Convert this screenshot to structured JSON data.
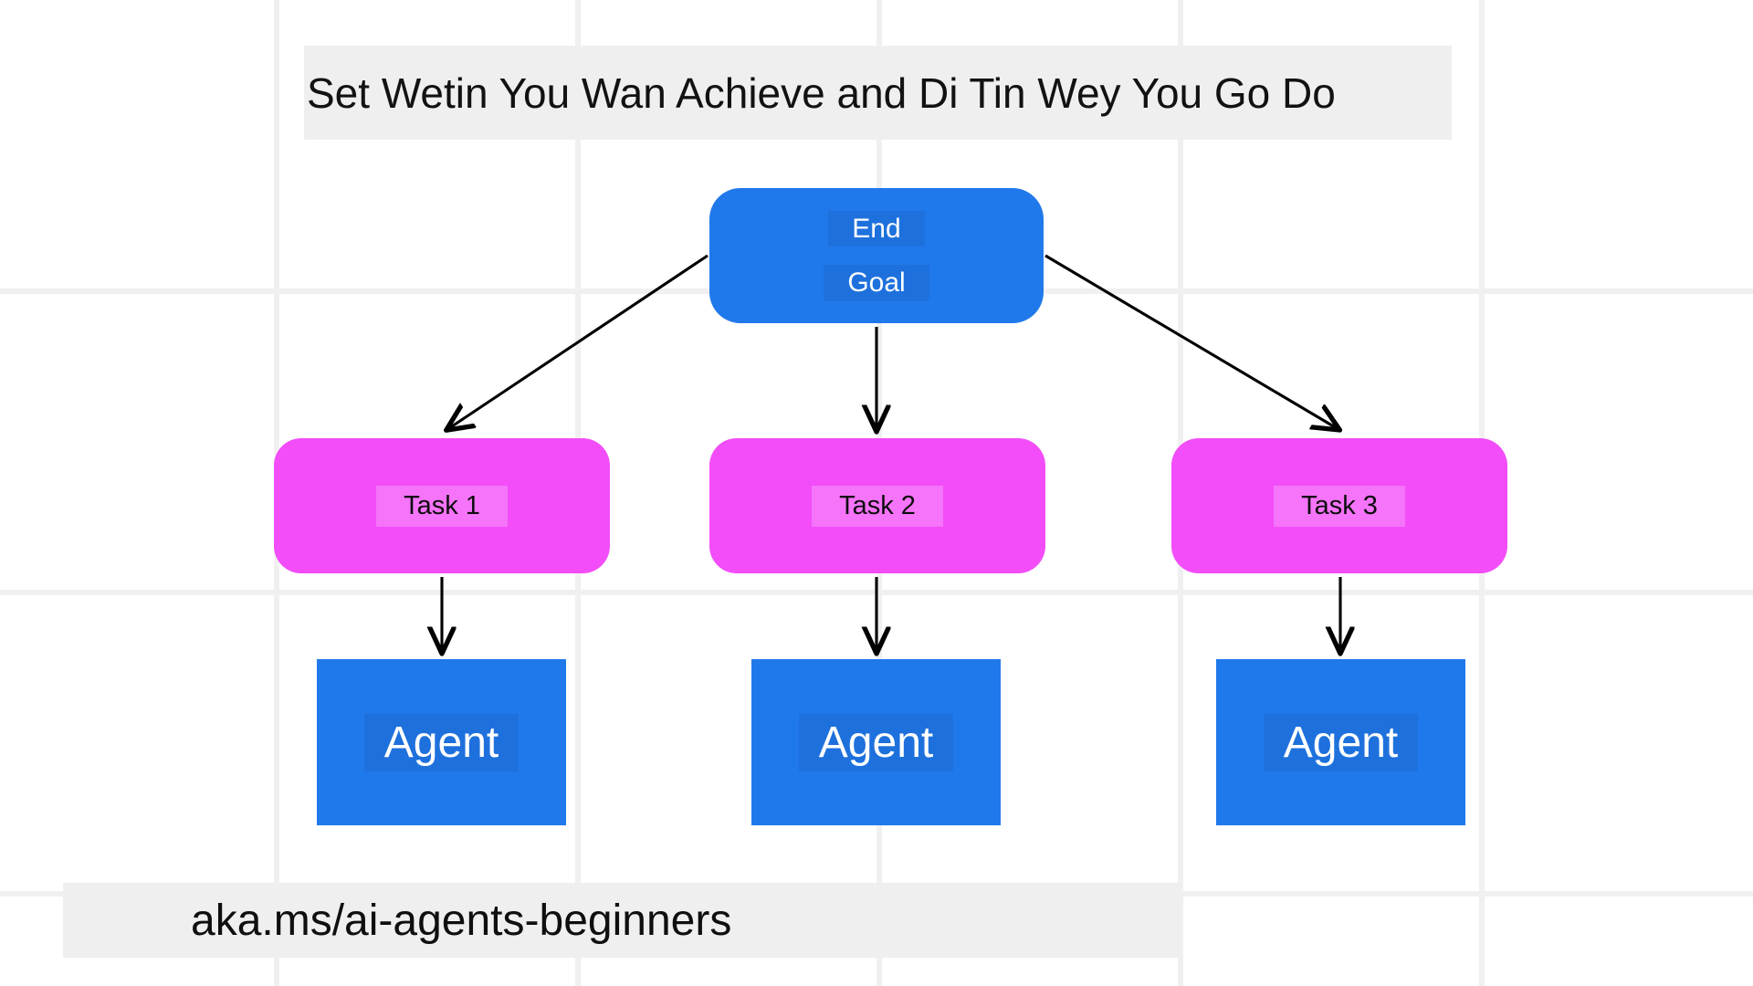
{
  "page": {
    "title": "Set Wetin You Wan Achieve and Di Tin Wey You Go Do",
    "footer_url": "aka.ms/ai-agents-beginners"
  },
  "colors": {
    "blue": "#2079eb",
    "magenta": "#f24df8",
    "band": "#efefef",
    "grid_line": "#f0f0f0",
    "edge": "#000000",
    "text_light": "#ffffff",
    "text_dark": "#0d0d0d"
  },
  "diagram": {
    "type": "flowchart",
    "orientation": "top-down",
    "root": {
      "id": "end-goal",
      "line_1": "End",
      "line_2": "Goal",
      "shape": "rounded-rectangle",
      "color": "#2079eb"
    },
    "tasks": [
      {
        "id": "task-1",
        "label": "Task 1",
        "shape": "rounded-rectangle",
        "color": "#f24df8"
      },
      {
        "id": "task-2",
        "label": "Task 2",
        "shape": "rounded-rectangle",
        "color": "#f24df8"
      },
      {
        "id": "task-3",
        "label": "Task 3",
        "shape": "rounded-rectangle",
        "color": "#f24df8"
      }
    ],
    "agents": [
      {
        "id": "agent-1",
        "label": "Agent",
        "shape": "rectangle",
        "color": "#2079eb"
      },
      {
        "id": "agent-2",
        "label": "Agent",
        "shape": "rectangle",
        "color": "#2079eb"
      },
      {
        "id": "agent-3",
        "label": "Agent",
        "shape": "rectangle",
        "color": "#2079eb"
      }
    ],
    "edges": [
      {
        "from": "end-goal",
        "to": "task-1",
        "arrow": true
      },
      {
        "from": "end-goal",
        "to": "task-2",
        "arrow": true
      },
      {
        "from": "end-goal",
        "to": "task-3",
        "arrow": true
      },
      {
        "from": "task-1",
        "to": "agent-1",
        "arrow": true
      },
      {
        "from": "task-2",
        "to": "agent-2",
        "arrow": true
      },
      {
        "from": "task-3",
        "to": "agent-3",
        "arrow": true
      }
    ]
  }
}
